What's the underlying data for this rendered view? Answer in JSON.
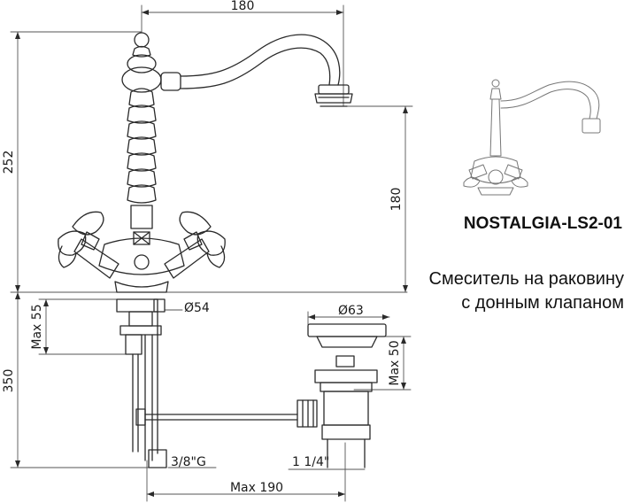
{
  "product": {
    "model": "NOSTALGIA-LS2-01",
    "description_line1": "Смеситель на раковину",
    "description_line2": "с донным клапаном"
  },
  "dimensions": {
    "spout_reach": "180",
    "total_height": "252",
    "spout_height": "180",
    "base_diameter": "Ø54",
    "max_55": "Max 55",
    "below_sink": "350",
    "drain_diameter": "Ø63",
    "max_50": "Max 50",
    "hose_thread": "3/8\"G",
    "drain_thread": "1 1/4\"",
    "max_190": "Max 190"
  },
  "colors": {
    "line": "#2a2a2a",
    "thin": "#555555"
  }
}
